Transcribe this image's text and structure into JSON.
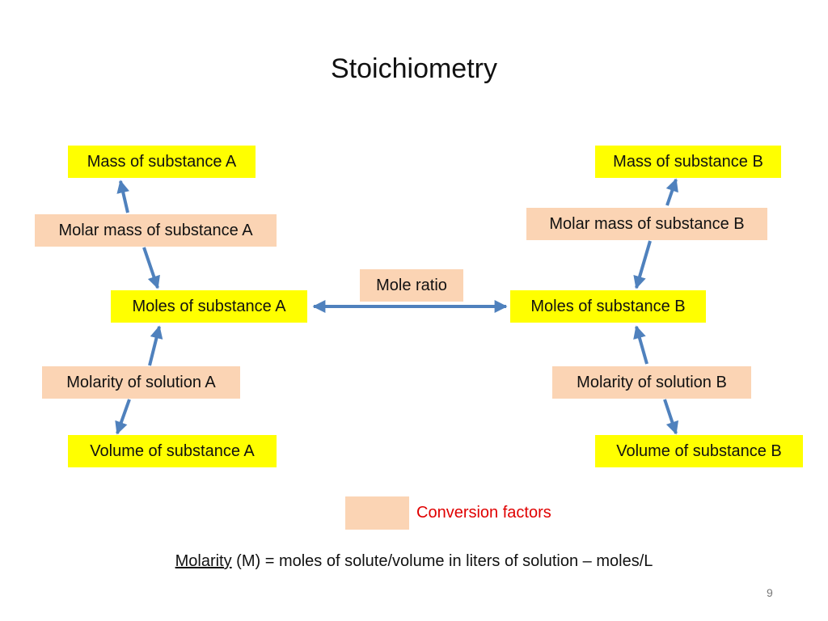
{
  "slide": {
    "title": "Stoichiometry",
    "page_number": "9"
  },
  "substance_a": {
    "mass": "Mass of substance A",
    "molar_mass": "Molar mass of substance A",
    "moles": "Moles of substance A",
    "molarity": "Molarity of solution A",
    "volume": "Volume of substance A"
  },
  "substance_b": {
    "mass": "Mass of substance B",
    "molar_mass": "Molar mass of substance B",
    "moles": "Moles of substance B",
    "molarity": "Molarity of solution B",
    "volume": "Volume of substance B"
  },
  "mole_ratio": "Mole ratio",
  "legend": {
    "label": "Conversion factors",
    "swatch_color": "#fbd4b4"
  },
  "footnote": {
    "term": "Molarity",
    "definition": " (M) = moles of solute/volume in liters of solution – moles/L"
  },
  "colors": {
    "quantity_box": "#ffff00",
    "conversion_box": "#fbd4b4",
    "arrow": "#4f81bd",
    "legend_text": "#e00000"
  }
}
